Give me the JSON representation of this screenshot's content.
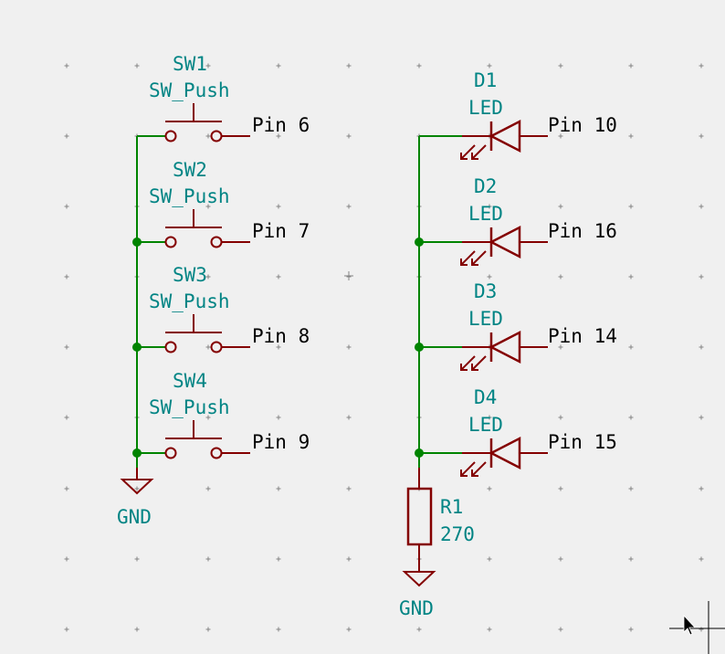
{
  "colors": {
    "background": "#f0f0f0",
    "wire": "#008400",
    "component": "#840000",
    "reference_text": "#008484",
    "net_label_text": "#000000",
    "junction": "#008400",
    "grid": "#848484"
  },
  "switches": [
    {
      "ref": "SW1",
      "value": "SW_Push",
      "net": "Pin 6"
    },
    {
      "ref": "SW2",
      "value": "SW_Push",
      "net": "Pin 7"
    },
    {
      "ref": "SW3",
      "value": "SW_Push",
      "net": "Pin 8"
    },
    {
      "ref": "SW4",
      "value": "SW_Push",
      "net": "Pin 9"
    }
  ],
  "leds": [
    {
      "ref": "D1",
      "value": "LED",
      "net": "Pin 10"
    },
    {
      "ref": "D2",
      "value": "LED",
      "net": "Pin 16"
    },
    {
      "ref": "D3",
      "value": "LED",
      "net": "Pin 14"
    },
    {
      "ref": "D4",
      "value": "LED",
      "net": "Pin 15"
    }
  ],
  "resistor": {
    "ref": "R1",
    "value": "270"
  },
  "power": {
    "switch_ground": "GND",
    "led_ground": "GND"
  },
  "icons": {
    "cursor": "arrow-cursor-icon",
    "crosshair": "crosshair-icon"
  }
}
